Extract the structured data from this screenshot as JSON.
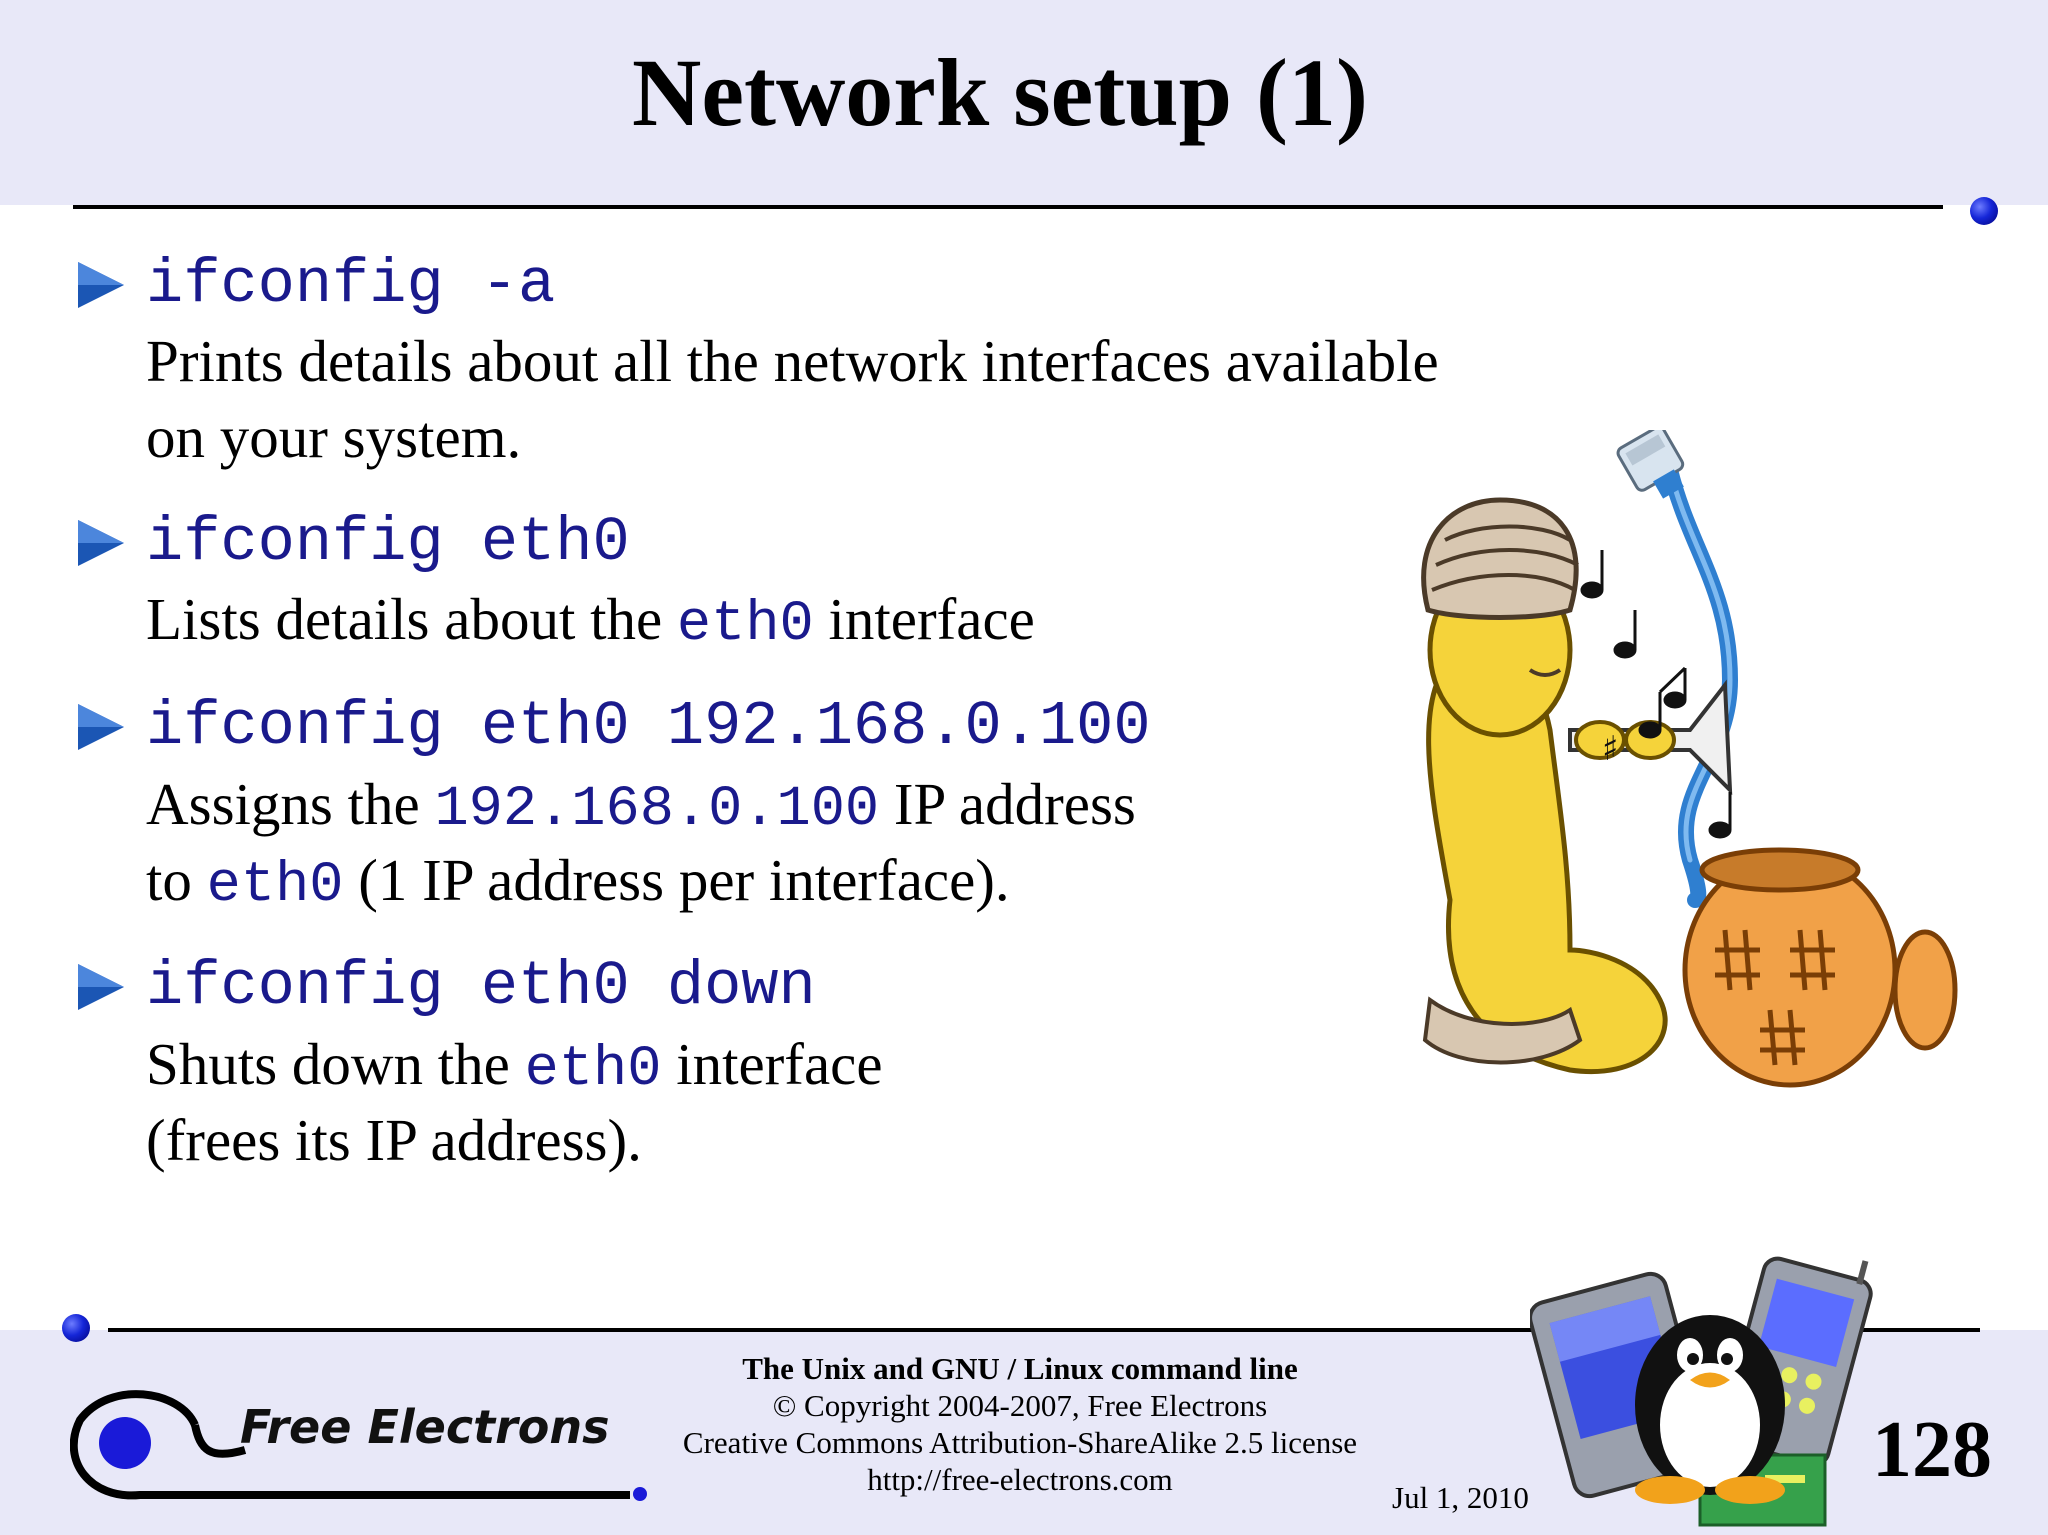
{
  "slide": {
    "title": "Network setup (1)"
  },
  "items": [
    {
      "command": "ifconfig -a",
      "description": [
        "Prints details about all the network interfaces available",
        "on your system."
      ]
    },
    {
      "command": "ifconfig eth0",
      "description_parts": [
        "Lists details about the ",
        "eth0",
        " interface"
      ]
    },
    {
      "command": "ifconfig eth0 192.168.0.100",
      "line1_parts": [
        "Assigns the ",
        "192.168.0.100",
        " IP address"
      ],
      "line2_parts": [
        "to ",
        "eth0",
        " (1 IP address per interface)."
      ]
    },
    {
      "command": "ifconfig eth0 down",
      "line1_parts": [
        "Shuts down the ",
        "eth0",
        " interface"
      ],
      "line2": "(frees its IP address)."
    }
  ],
  "footer": {
    "logo_text": "Free Electrons",
    "course_title": "The Unix and GNU / Linux command line",
    "copyright": "© Copyright 2004-2007, Free Electrons",
    "license": "Creative Commons Attribution-ShareAlike 2.5 license",
    "url": "http://free-electrons.com",
    "date": "Jul 1, 2010",
    "page_number": "128"
  },
  "colors": {
    "band": "#e8e8f8",
    "command": "#1a1a8c",
    "bullet": "#1b56b4"
  }
}
